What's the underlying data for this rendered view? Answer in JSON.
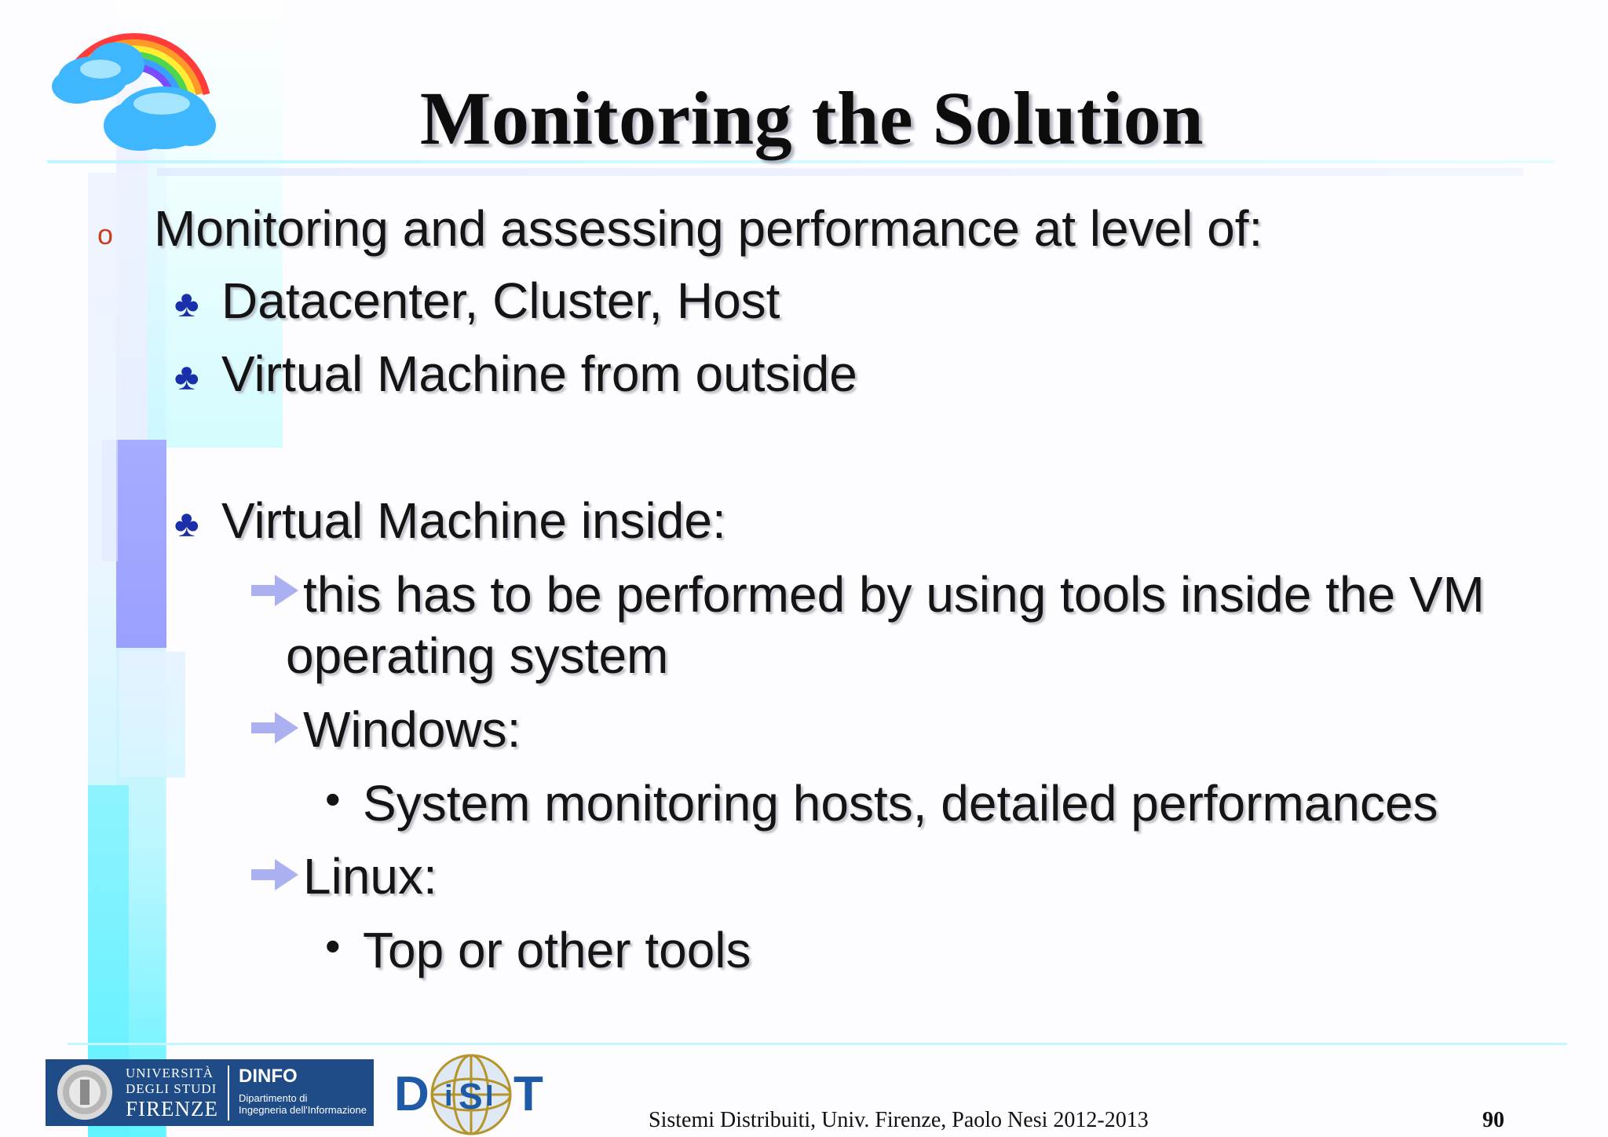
{
  "slide": {
    "title": "Monitoring the Solution",
    "bullets": [
      {
        "text": "Monitoring and assessing performance at level of:"
      },
      {
        "text": "Datacenter, Cluster, Host"
      },
      {
        "text": "Virtual Machine from outside"
      },
      {
        "text": "Virtual Machine inside:"
      },
      {
        "text": "this has to be performed by using tools inside the VM",
        "cont": "operating system"
      },
      {
        "text": "Windows:"
      },
      {
        "text": "System monitoring hosts, detailed performances"
      },
      {
        "text": "Linux:"
      },
      {
        "text": "Top or other tools"
      }
    ],
    "footer": "Sistemi Distribuiti, Univ. Firenze, Paolo Nesi 2012-2013",
    "page_number": "90"
  },
  "logos": {
    "university": {
      "line1": "UNIVERSITÀ",
      "line2": "DEGLI STUDI",
      "line3": "FIRENZE"
    },
    "dinfo": {
      "name": "DINFO",
      "line1": "Dipartimento di",
      "line2": "Ingegneria dell'Informazione"
    },
    "disit": {
      "d": "D",
      "i": "i",
      "s": "S",
      "i2": "I",
      "t": "T"
    }
  },
  "colors": {
    "accent_blue": "#1a2faa",
    "bullet_orange": "#c8401c",
    "decor_cyan": "#7af0ff",
    "decor_violet": "#9aa0ff"
  }
}
